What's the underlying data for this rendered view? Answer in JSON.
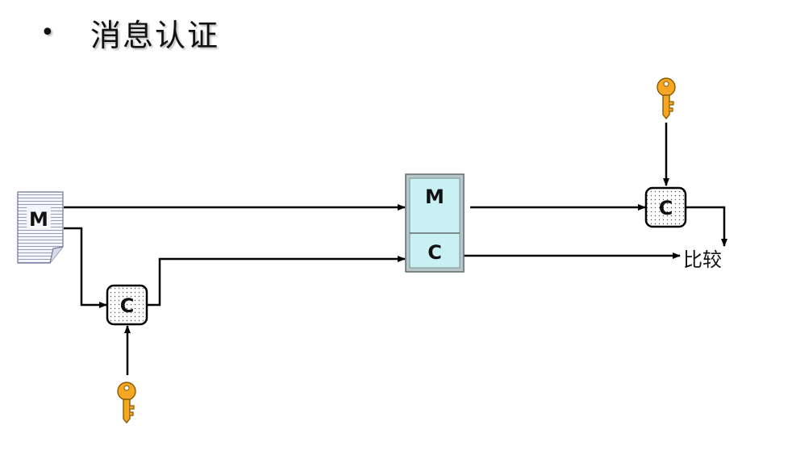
{
  "slide": {
    "bullet": "•",
    "title": "消息认证"
  },
  "diagram": {
    "message_doc_label": "M",
    "sender_mac_label": "C",
    "packet_message_label": "M",
    "packet_mac_label": "C",
    "receiver_mac_label": "C",
    "compare_label": "比较"
  },
  "icons": {
    "key_top": "key-icon",
    "key_bottom": "key-icon"
  },
  "colors": {
    "packet_fill": "#c9f1f3",
    "key_fill": "#f5a623",
    "line": "#000000"
  }
}
